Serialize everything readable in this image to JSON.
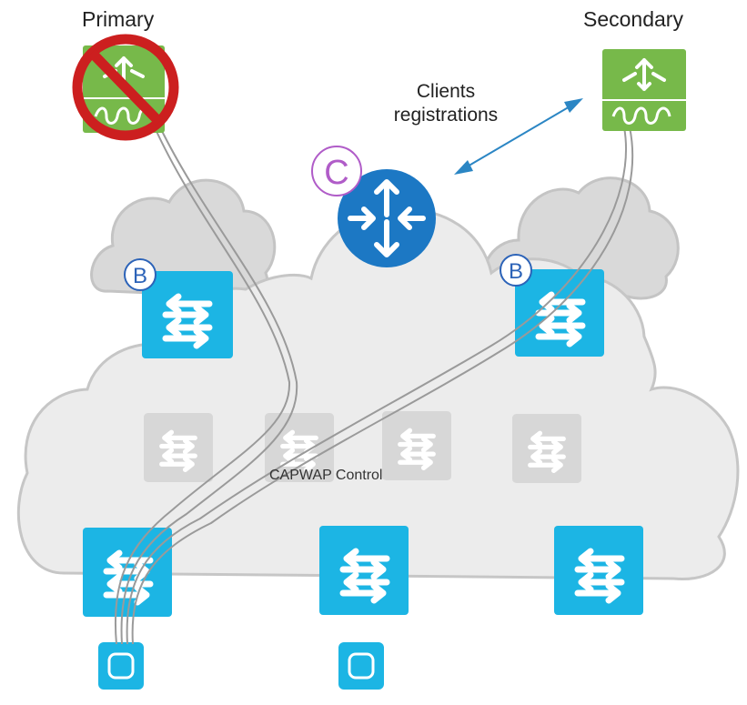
{
  "labels": {
    "primary": "Primary",
    "secondary": "Secondary",
    "clients_line1": "Clients",
    "clients_line2": "registrations",
    "capwap": "CAPWAP Control",
    "border_badge": "B",
    "control_badge": "C"
  },
  "colors": {
    "wlc_green": "#77b94a",
    "switch_blue": "#1cb5e4",
    "router_blue": "#1c78c4",
    "badge_purple": "#b05cc8",
    "badge_blue": "#2c63b8",
    "prohibit_red": "#cc1f1f",
    "cloud_fill": "#ececec",
    "cloud_stroke": "#c6c6c6",
    "arrow_blue": "#2b86c4"
  },
  "nodes": {
    "primary_wlc": {
      "icon": "wireless-lan-controller-icon",
      "status": "disabled"
    },
    "secondary_wlc": {
      "icon": "wireless-lan-controller-icon"
    },
    "control_plane": {
      "icon": "router-icon",
      "badge": "C"
    },
    "border_left": {
      "icon": "switch-icon",
      "badge": "B"
    },
    "border_right": {
      "icon": "switch-icon",
      "badge": "B"
    },
    "intermediate_switches": 4,
    "edge_switches": 3,
    "access_points": 2
  }
}
